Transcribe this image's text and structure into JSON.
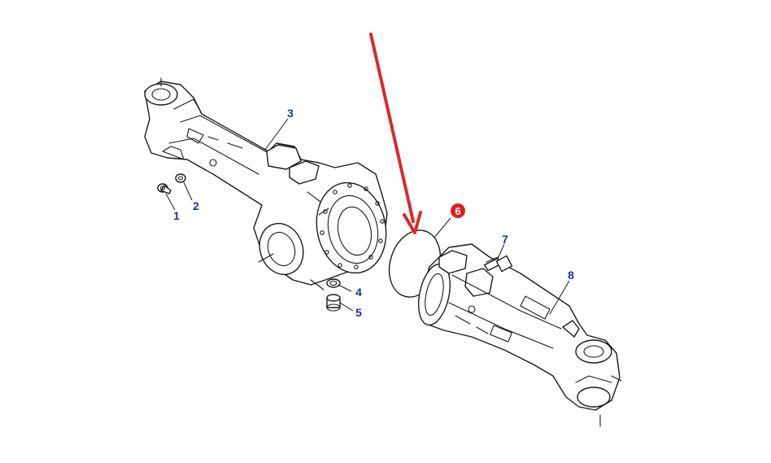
{
  "colors": {
    "callout_text": "#1f2fa8",
    "highlight_badge": "#e02020",
    "arrow": "#d92b2b",
    "line_art": "#1a1a1a"
  },
  "callouts": [
    {
      "id": "1",
      "label": "1",
      "highlighted": false
    },
    {
      "id": "2",
      "label": "2",
      "highlighted": false
    },
    {
      "id": "3",
      "label": "3",
      "highlighted": false
    },
    {
      "id": "4",
      "label": "4",
      "highlighted": false
    },
    {
      "id": "5",
      "label": "5",
      "highlighted": false
    },
    {
      "id": "6",
      "label": "6",
      "highlighted": true
    },
    {
      "id": "7",
      "label": "7",
      "highlighted": false
    },
    {
      "id": "8",
      "label": "8",
      "highlighted": false
    }
  ],
  "icons": {
    "pointer": "red-arrow-icon",
    "highlight": "red-circle-badge-icon"
  }
}
